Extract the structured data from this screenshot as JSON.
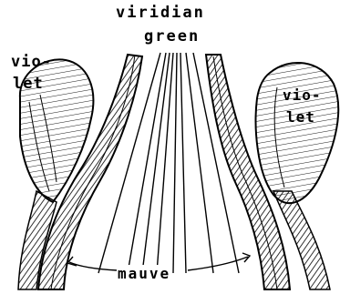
{
  "labels": {
    "top_line1": "viridian",
    "top_line2": "green",
    "left_line1": "vio-",
    "left_line2": "let",
    "right_line1": "vio-",
    "right_line2": "let",
    "bottom": "mauve"
  }
}
